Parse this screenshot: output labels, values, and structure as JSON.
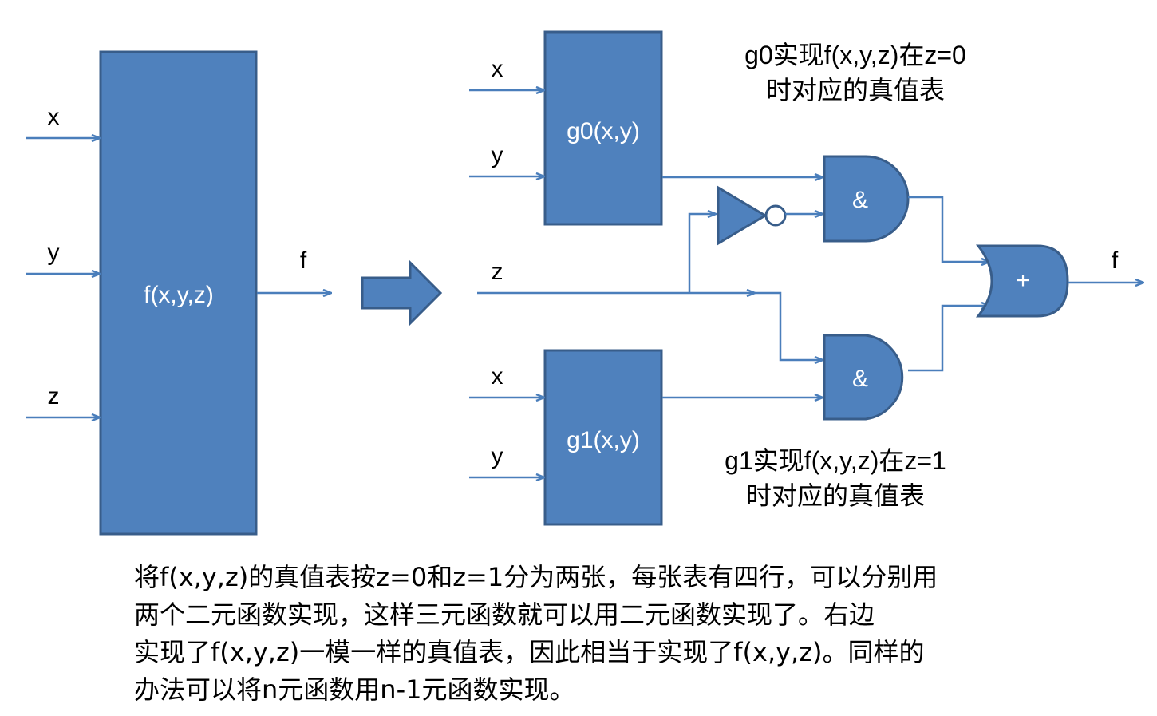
{
  "left": {
    "block_label": "f(x,y,z)",
    "inputs": [
      "x",
      "y",
      "z"
    ],
    "output": "f"
  },
  "right": {
    "g0_label": "g0(x,y)",
    "g1_label": "g1(x,y)",
    "g0_inputs": [
      "x",
      "y"
    ],
    "g1_inputs": [
      "x",
      "y"
    ],
    "z_label": "z",
    "and_label": "&",
    "or_label": "+",
    "output": "f",
    "note_g0": [
      "g0实现f(x,y,z)在z=0",
      "时对应的真值表"
    ],
    "note_g1": [
      "g1实现f(x,y,z)在z=1",
      "时对应的真值表"
    ]
  },
  "description": [
    "将f(x,y,z)的真值表按z=0和z=1分为两张，每张表有四行，可以分别用",
    "两个二元函数实现，这样三元函数就可以用二元函数实现了。右边",
    "实现了f(x,y,z)一模一样的真值表，因此相当于实现了f(x,y,z)。同样的",
    "办法可以将n元函数用n-1元函数实现。"
  ],
  "colors": {
    "block_fill": "#4f81bd",
    "block_stroke": "#385d8a",
    "wire": "#4a7ebb"
  }
}
